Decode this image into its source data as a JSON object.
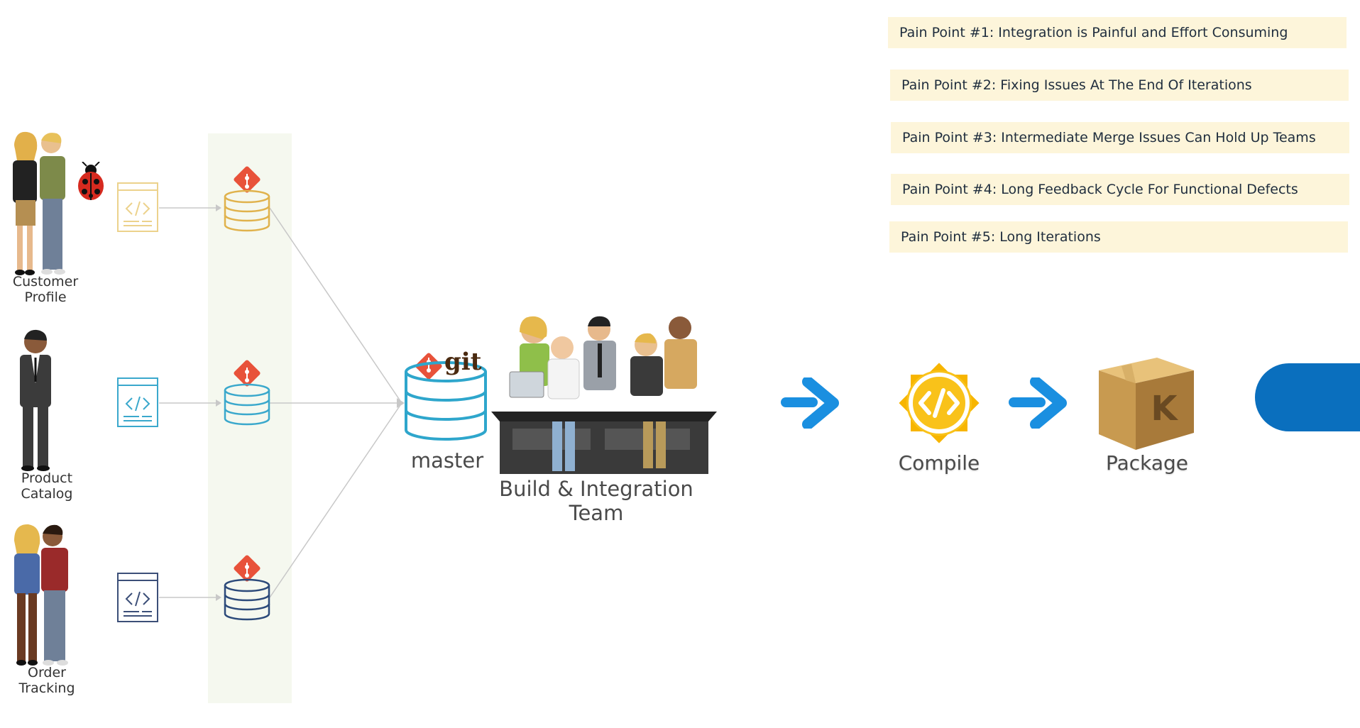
{
  "teams": [
    {
      "label": "Customer\nProfile",
      "color": "#e8c36a",
      "icon": "people-pair-icon"
    },
    {
      "label": "Product\nCatalog",
      "color": "#3aa8cc",
      "icon": "person-icon"
    },
    {
      "label": "Order\nTracking",
      "color": "#2c4a7a",
      "icon": "people-pair-icon"
    }
  ],
  "master_label": "master",
  "git_label": "git",
  "build_team_label": "Build & Integration Team",
  "compile_label": "Compile",
  "package_label": "Package",
  "pain_points": [
    "Pain Point #1: Integration is Painful and Effort Consuming",
    "Pain Point #2: Fixing Issues At The End Of Iterations",
    "Pain Point #3: Intermediate Merge Issues Can Hold Up Teams",
    "Pain Point #4: Long Feedback Cycle For Functional Defects",
    "Pain Point #5: Long Iterations"
  ],
  "colors": {
    "git_orange": "#e8523a",
    "arrow_blue": "#1a8fe0",
    "compile_yellow": "#f7b500",
    "pain_bg": "#fdf5da",
    "lane_bg": "#f5f8ef"
  },
  "icons": {
    "bug": "ladybug-icon",
    "code_file": "code-file-icon",
    "repo": "git-repo-icon",
    "compile": "compile-gear-icon",
    "package": "package-box-icon",
    "arrow": "right-arrow-icon"
  }
}
